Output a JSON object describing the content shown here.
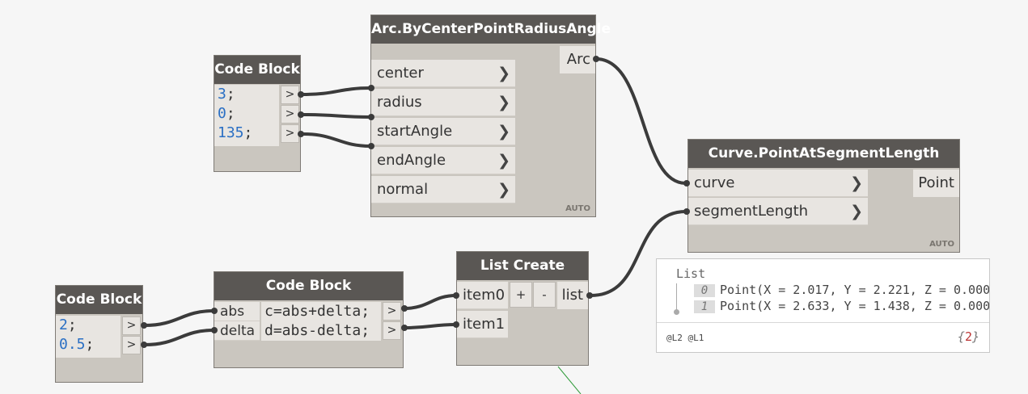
{
  "nodes": {
    "arc": {
      "title": "Arc.ByCenterPointRadiusAngle",
      "inputs": [
        "center",
        "radius",
        "startAngle",
        "endAngle",
        "normal"
      ],
      "output": "Arc",
      "lacing": "AUTO"
    },
    "code_block_1": {
      "title": "Code Block",
      "lines": [
        {
          "value": "3",
          "end": ";"
        },
        {
          "value": "0",
          "end": ";"
        },
        {
          "value": "135",
          "end": ";"
        }
      ],
      "output_symbol": ">"
    },
    "curve": {
      "title": "Curve.PointAtSegmentLength",
      "inputs": [
        "curve",
        "segmentLength"
      ],
      "output": "Point",
      "lacing": "AUTO"
    },
    "code_block_2": {
      "title": "Code Block",
      "lines": [
        {
          "value": "2",
          "end": ";"
        },
        {
          "value": "0.5",
          "end": ";"
        }
      ],
      "output_symbol": ">"
    },
    "code_block_3": {
      "title": "Code Block",
      "inputs": [
        "abs",
        "delta"
      ],
      "lines": [
        "c=abs+delta;",
        "d=abs-delta;"
      ],
      "output_symbol": ">"
    },
    "list_create": {
      "title": "List Create",
      "inputs": [
        "item0",
        "item1"
      ],
      "add_label": "+",
      "remove_label": "-",
      "output": "list"
    }
  },
  "watch": {
    "header": "List",
    "items": [
      {
        "index": "0",
        "text": "Point(X = 2.017, Y = 2.221, Z = 0.000)"
      },
      {
        "index": "1",
        "text": "Point(X = 2.633, Y = 1.438, Z = 0.000)"
      }
    ],
    "levels": "@L2 @L1",
    "count_open": "{",
    "count": "2",
    "count_close": "}"
  },
  "colors": {
    "wire": "#3b3b3b",
    "title_bar": "#5a5754",
    "node_body": "#cac6bf",
    "number": "#2a6fc4"
  }
}
